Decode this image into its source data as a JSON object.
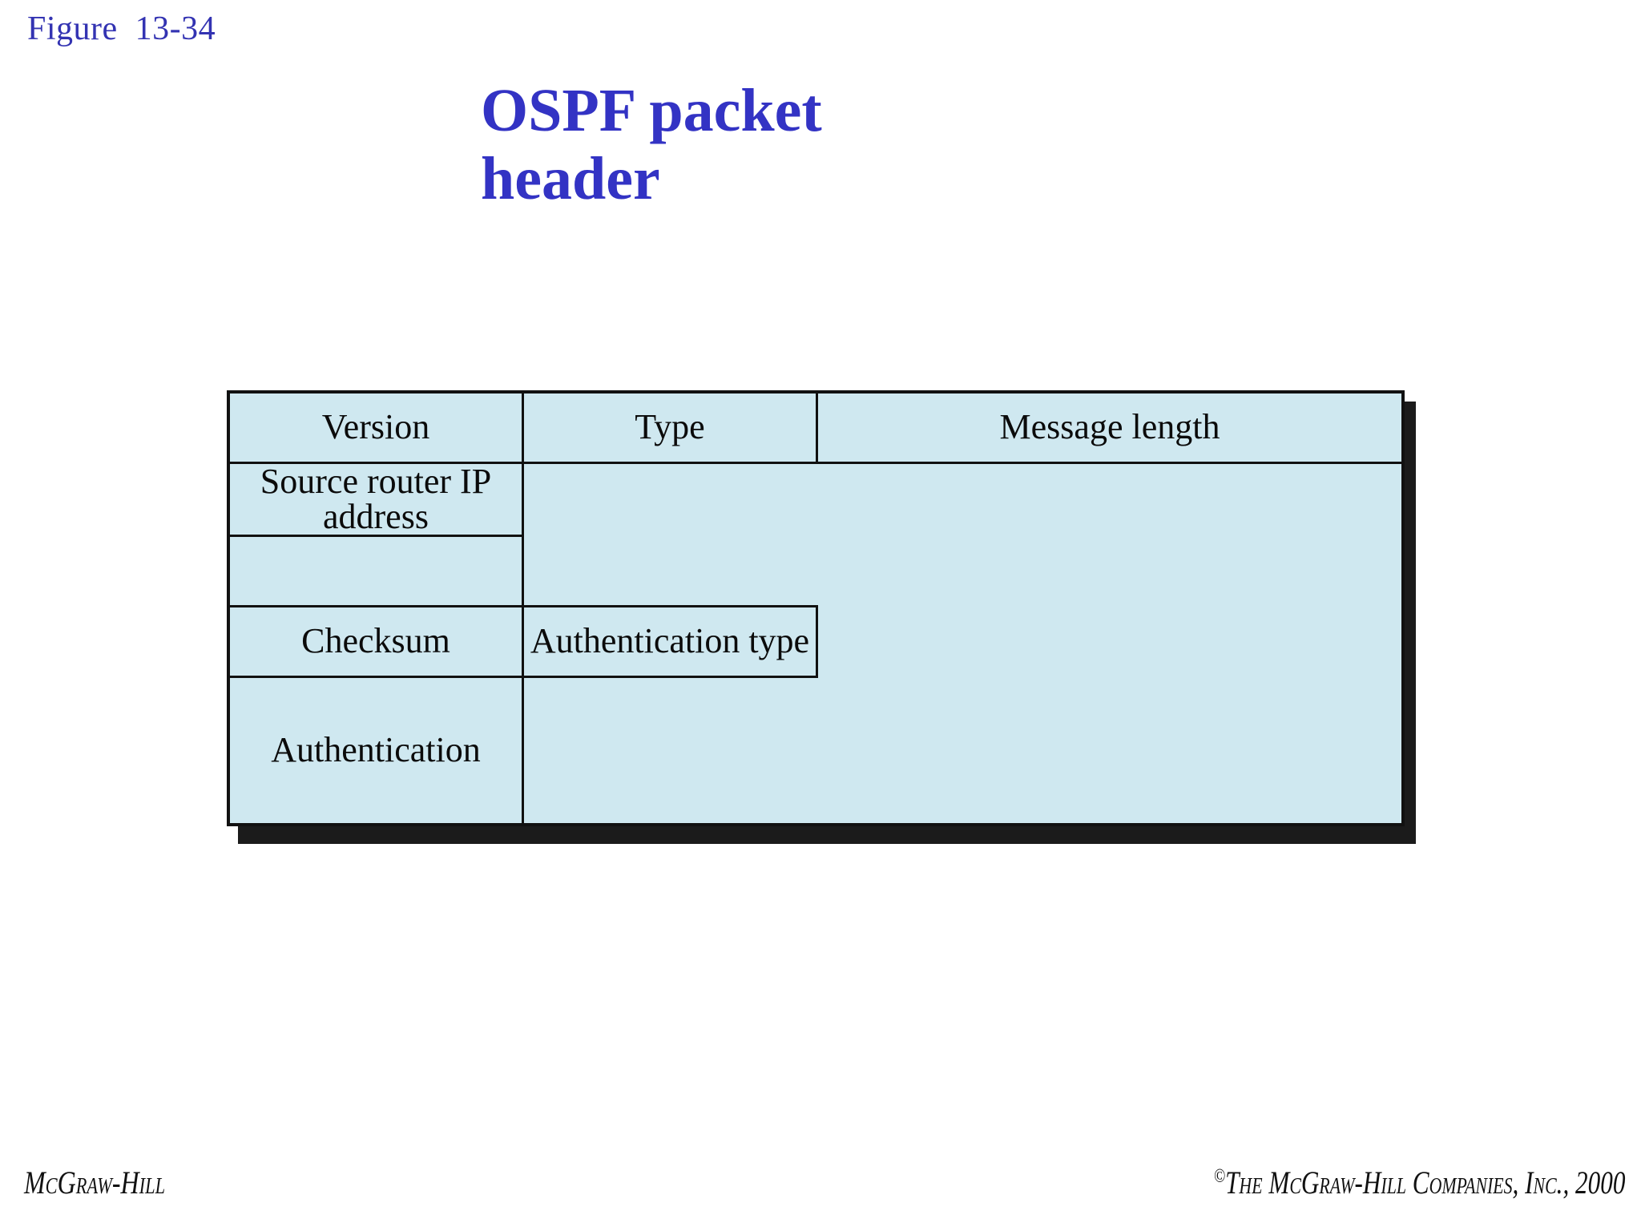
{
  "figure": {
    "label": "Figure  13-34"
  },
  "title": {
    "line1": "OSPF packet",
    "line2": "header",
    "color": "#3333c4"
  },
  "colors": {
    "cell_background": "#cfe8f0",
    "cell_border": "#111111",
    "shadow": "#1b1b1b",
    "title_blue": "#3333c4",
    "figure_label_blue": "#3333b2",
    "text_black": "#0b0b0b",
    "page_background": "#ffffff"
  },
  "packet_diagram": {
    "name": "OSPF packet header",
    "rows": [
      {
        "height": "standard",
        "cells": [
          {
            "label": "Version",
            "width_pct": 25
          },
          {
            "label": "Type",
            "width_pct": 25
          },
          {
            "label": "Message length",
            "width_pct": 50
          }
        ]
      },
      {
        "height": "standard",
        "cells": [
          {
            "label": "Source router IP address",
            "width_pct": 100
          }
        ]
      },
      {
        "height": "standard",
        "cells": [
          {
            "label": "",
            "width_pct": 100
          }
        ]
      },
      {
        "height": "standard",
        "cells": [
          {
            "label": "Checksum",
            "width_pct": 50
          },
          {
            "label": "Authentication type",
            "width_pct": 50
          }
        ]
      },
      {
        "height": "tall",
        "cells": [
          {
            "label": "Authentication",
            "width_pct": 100
          }
        ]
      }
    ]
  },
  "footer": {
    "left": "McGraw-Hill",
    "copyright_mark": "©",
    "right": "The McGraw-Hill Companies, Inc., 2000"
  }
}
